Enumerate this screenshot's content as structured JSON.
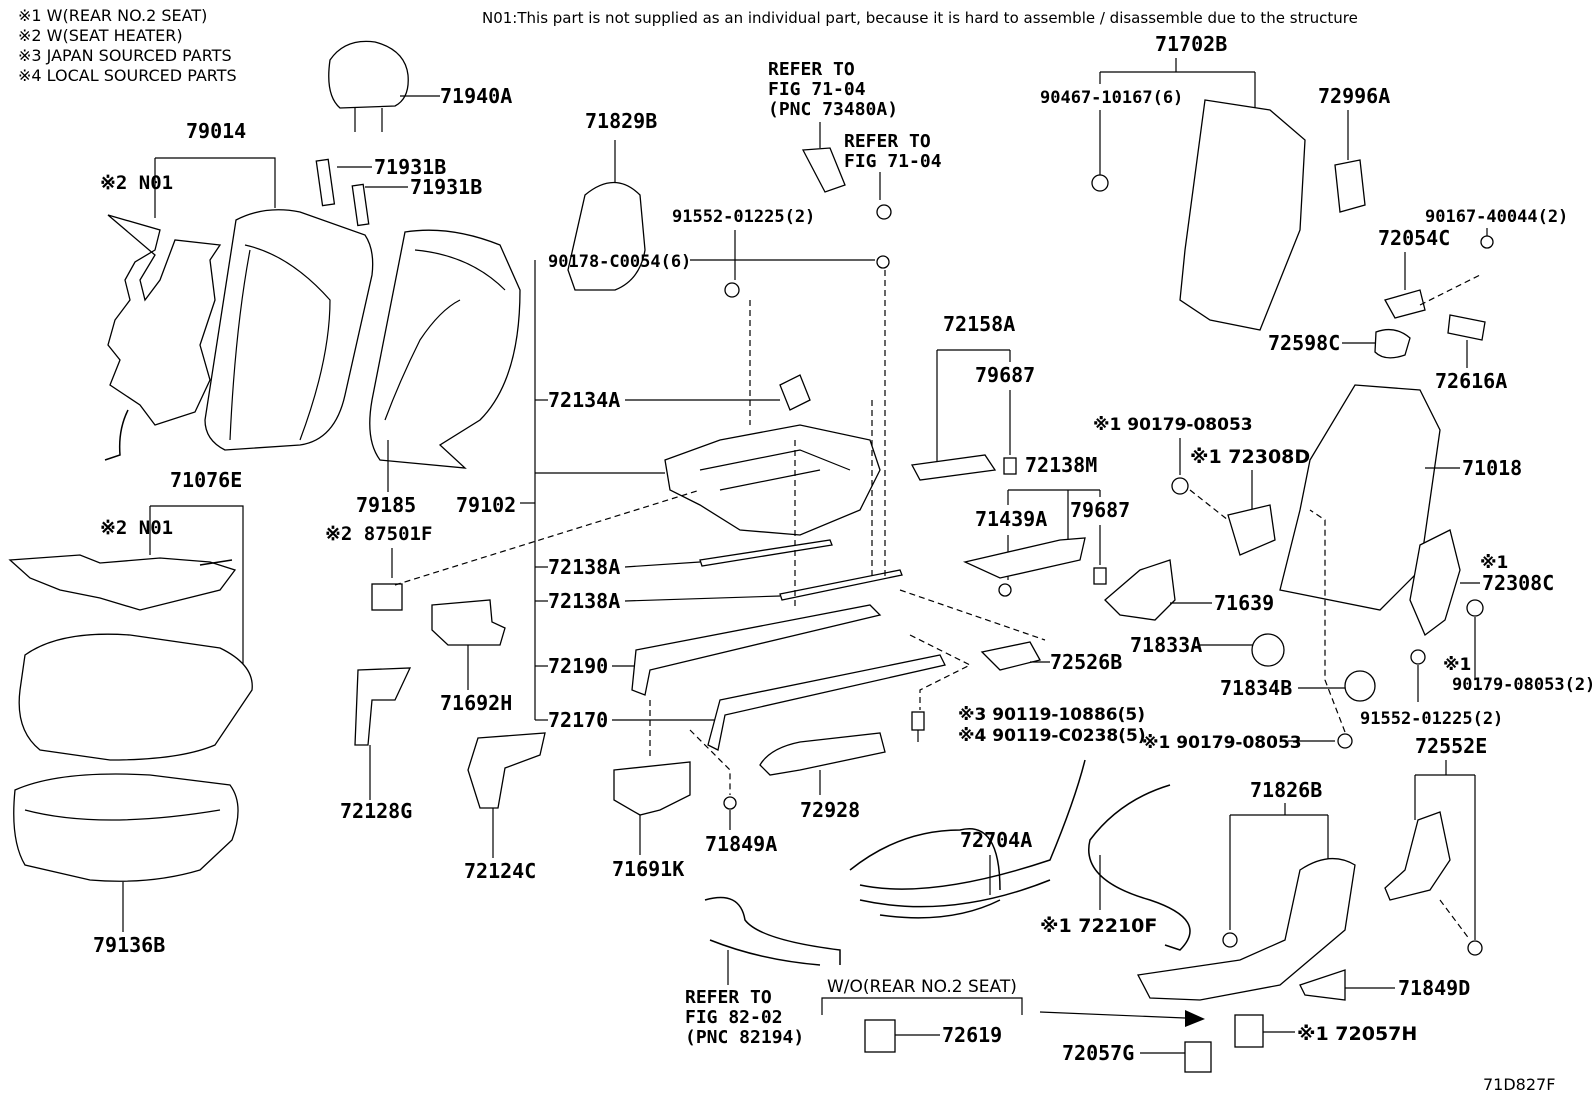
{
  "notes": [
    "※1 W(REAR NO.2 SEAT)",
    "※2 W(SEAT HEATER)",
    "※3 JAPAN SOURCED PARTS",
    "※4 LOCAL SOURCED PARTS"
  ],
  "header_note": "N01:This part is not supplied as an individual part, because it is hard to assemble / disassemble due to the structure",
  "figure_id": "71D827F",
  "labels": {
    "p71940A": "71940A",
    "p79014": "79014",
    "p71931B_1": "71931B",
    "p71931B_2": "71931B",
    "n01_a": "※2 N01",
    "p71829B": "71829B",
    "refer1": "REFER TO",
    "refer1_b": "FIG 71-04",
    "refer1_c": "(PNC 73480A)",
    "refer2": "REFER TO",
    "refer2_b": "FIG 71-04",
    "p91552_top": "91552-01225(2)",
    "p90178": "90178-C0054(6)",
    "p71702B": "71702B",
    "p90467": "90467-10167(6)",
    "p72996A": "72996A",
    "p90167": "90167-40044(2)",
    "p72054C": "72054C",
    "p72598C": "72598C",
    "p72616A": "72616A",
    "p72158A": "72158A",
    "p79687_a": "79687",
    "p72134A": "72134A",
    "p79185": "79185",
    "p79102": "79102",
    "p71076E": "71076E",
    "n01_b": "※2 N01",
    "p87501F": "※2 87501F",
    "p72138M": "72138M",
    "p71439A": "71439A",
    "p79687_b": "79687",
    "p90179_a": "※1 90179-08053",
    "p72308D": "※1 72308D",
    "p71018": "71018",
    "p72308C_mark": "※1",
    "p72308C": "72308C",
    "p72138A_1": "72138A",
    "p72138A_2": "72138A",
    "p71639": "71639",
    "p71833A": "71833A",
    "p72526B": "72526B",
    "p72190": "72190",
    "p71692H": "71692H",
    "p71834B": "71834B",
    "p90179_b_mark": "※1",
    "p90179_b": "90179-08053(2)",
    "p91552_bot": "91552-01225(2)",
    "p72170": "72170",
    "p90119_3": "※3 90119-10886(5)",
    "p90119_4": "※4 90119-C0238(5)",
    "p90179_c": "※1 90179-08053",
    "p72552E": "72552E",
    "p72128G": "72128G",
    "p72928": "72928",
    "p71826B": "71826B",
    "p72124C": "72124C",
    "p71691K": "71691K",
    "p71849A": "71849A",
    "p72704A": "72704A",
    "p79136B": "79136B",
    "p72210F": "※1 72210F",
    "p71849D": "71849D",
    "refer3": "REFER TO",
    "refer3_b": "FIG 82-02",
    "refer3_c": "(PNC 82194)",
    "wo_seat": "W/O(REAR NO.2 SEAT)",
    "p72619": "72619",
    "p72057H": "※1 72057H",
    "p72057G": "72057G"
  }
}
